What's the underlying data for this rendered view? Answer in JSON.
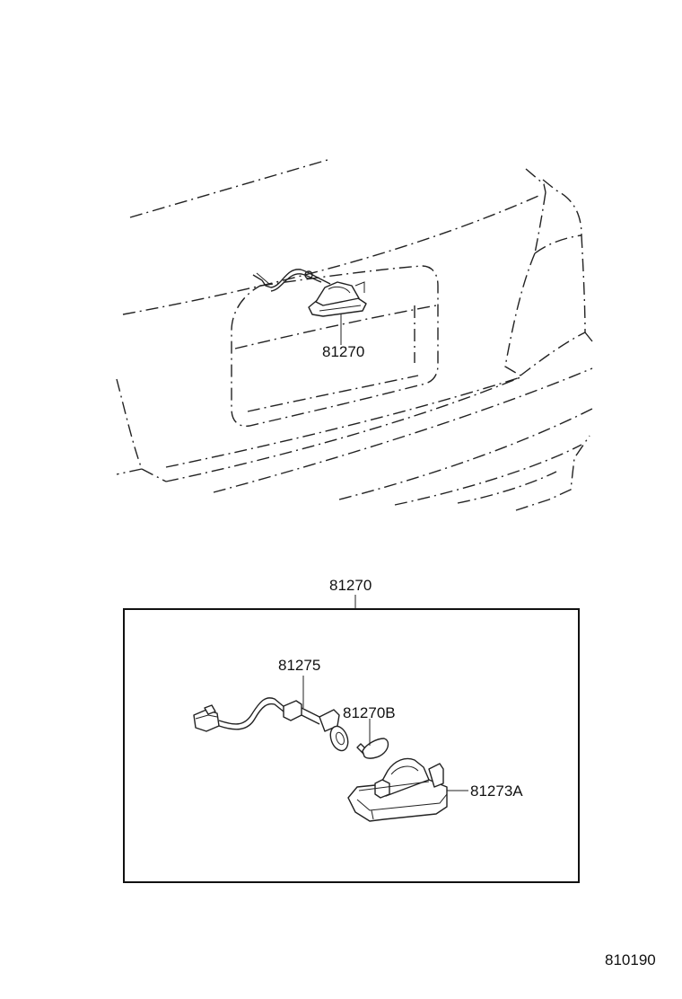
{
  "labels": {
    "assembly_top": "81270",
    "assembly_box": "81270",
    "socket_wire": "81275",
    "bulb": "81270B",
    "lens_housing": "81273A",
    "diagram_id": "810190"
  }
}
